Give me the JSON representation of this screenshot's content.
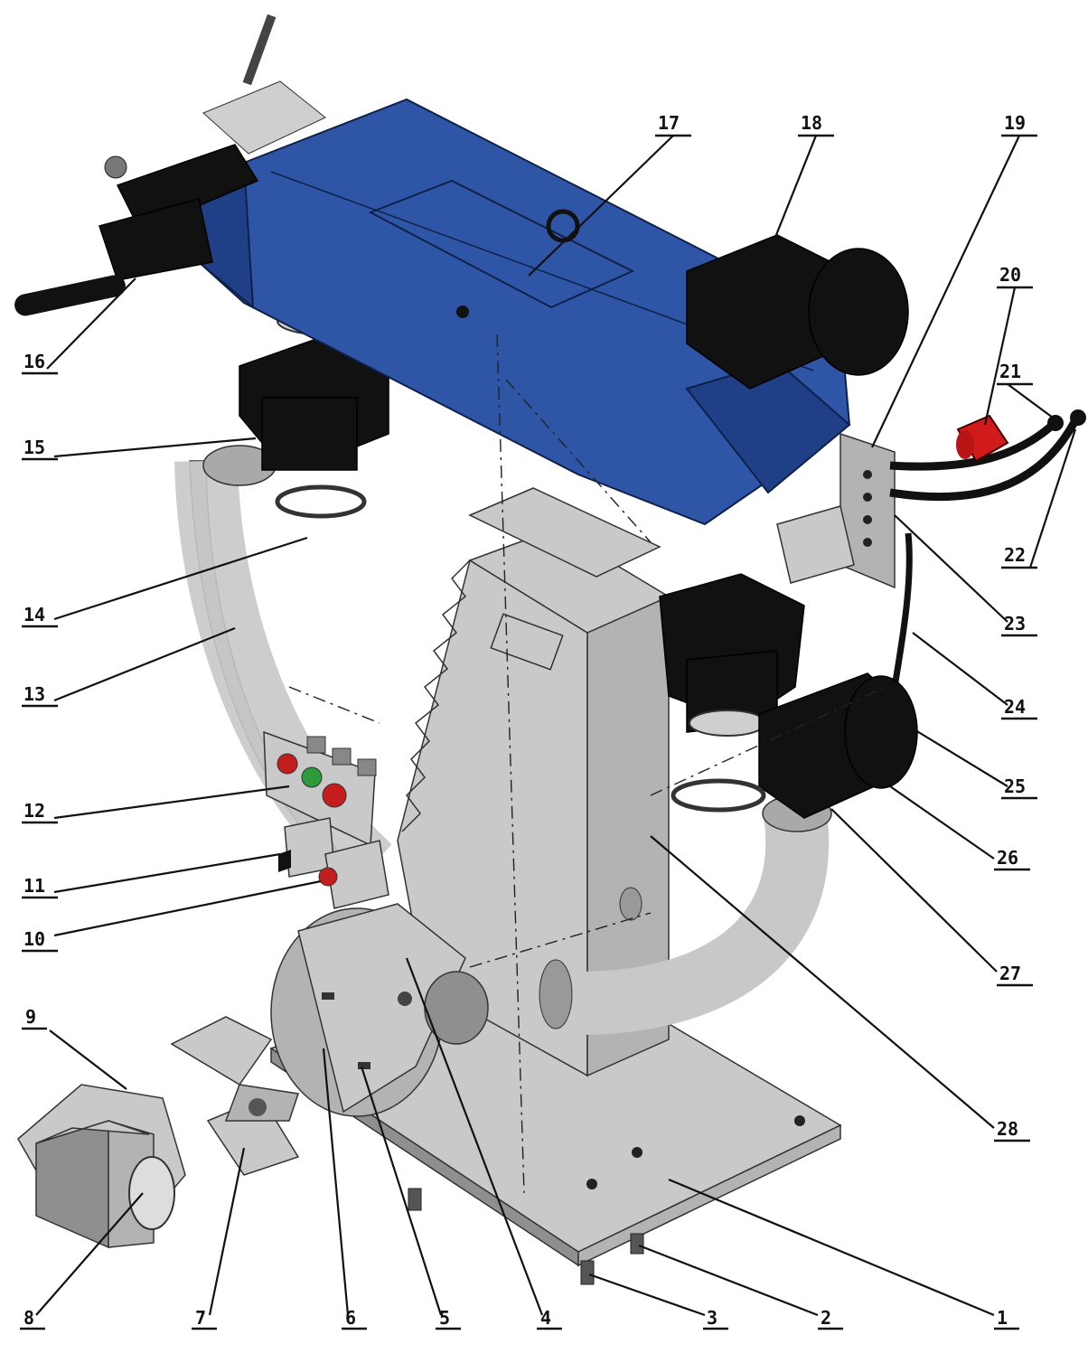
{
  "diagram": {
    "callouts": [
      {
        "id": "c1",
        "label": "1"
      },
      {
        "id": "c2",
        "label": "2"
      },
      {
        "id": "c3",
        "label": "3"
      },
      {
        "id": "c4",
        "label": "4"
      },
      {
        "id": "c5",
        "label": "5"
      },
      {
        "id": "c6",
        "label": "6"
      },
      {
        "id": "c7",
        "label": "7"
      },
      {
        "id": "c8",
        "label": "8"
      },
      {
        "id": "c9",
        "label": "9"
      },
      {
        "id": "c10",
        "label": "10"
      },
      {
        "id": "c11",
        "label": "11"
      },
      {
        "id": "c12",
        "label": "12"
      },
      {
        "id": "c13",
        "label": "13"
      },
      {
        "id": "c14",
        "label": "14"
      },
      {
        "id": "c15",
        "label": "15"
      },
      {
        "id": "c16",
        "label": "16"
      },
      {
        "id": "c17",
        "label": "17"
      },
      {
        "id": "c18",
        "label": "18"
      },
      {
        "id": "c19",
        "label": "19"
      },
      {
        "id": "c20",
        "label": "20"
      },
      {
        "id": "c21",
        "label": "21"
      },
      {
        "id": "c22",
        "label": "22"
      },
      {
        "id": "c23",
        "label": "23"
      },
      {
        "id": "c24",
        "label": "24"
      },
      {
        "id": "c25",
        "label": "25"
      },
      {
        "id": "c26",
        "label": "26"
      },
      {
        "id": "c27",
        "label": "27"
      },
      {
        "id": "c28",
        "label": "28"
      }
    ],
    "colors": {
      "housing_blue": "#2f56a6",
      "steel_gray": "#b3b3b3",
      "motor_black": "#111111",
      "plug_red": "#d11a1a",
      "button_green": "#2e9a3a",
      "button_red": "#c41d1d"
    }
  }
}
